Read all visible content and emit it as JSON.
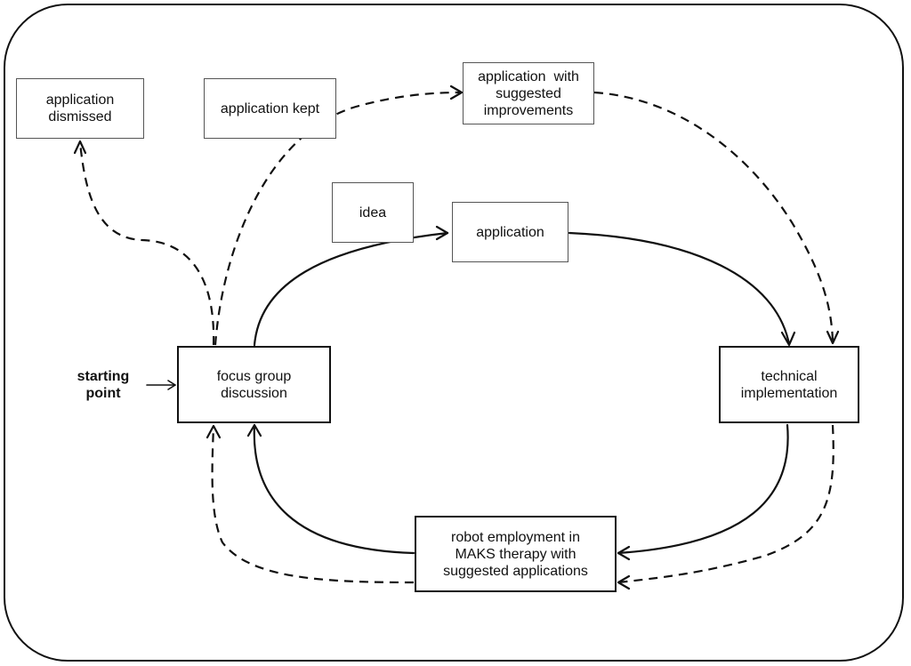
{
  "nodes": {
    "application_dismissed": "application\ndismissed",
    "application_kept": "application kept",
    "application_improvements": "application  with\nsuggested\nimprovements",
    "idea": "idea",
    "application": "application",
    "focus_group": "focus group\ndiscussion",
    "technical_implementation": "technical\nimplementation",
    "robot_employment": "robot employment in\nMAKS therapy with\nsuggested applications"
  },
  "starting_point": "starting\npoint",
  "colors": {
    "line": "#111111",
    "background": "#ffffff"
  }
}
